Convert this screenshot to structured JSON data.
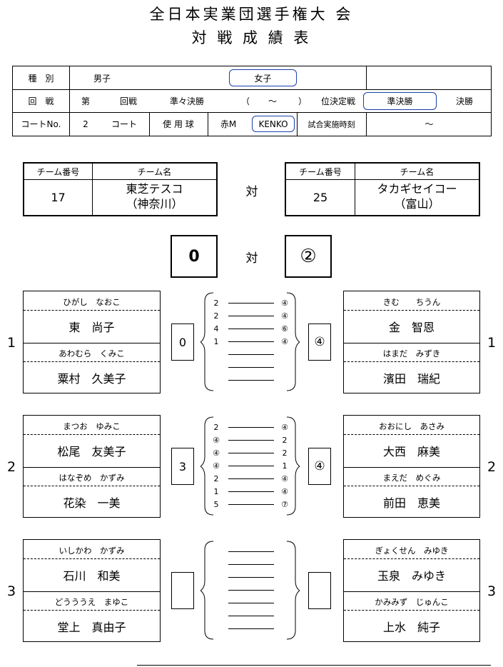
{
  "header": {
    "title1": "全日本実業団選手権大 会",
    "title2": "対 戦 成 績 表"
  },
  "info": {
    "row1": {
      "label": "種　別",
      "men": "男子",
      "women": "女子",
      "extra": ""
    },
    "row2": {
      "label": "回　戦",
      "dai": "第",
      "kaisen": "回戦",
      "junjun": "準々決勝",
      "paren_open": "（",
      "tilde": "～",
      "paren_close": "）",
      "ikettei": "位決定戦",
      "semi": "準決勝",
      "final": "決勝"
    },
    "row3": {
      "label": "コートNo.",
      "court_no": "2",
      "court": "コート",
      "ball_label": "使 用 球",
      "ball1": "赤M",
      "ball2": "KENKO",
      "time_label": "試合実施時刻",
      "time_value": "～"
    }
  },
  "teams": {
    "header_no": "チーム番号",
    "header_name": "チーム名",
    "left": {
      "no": "17",
      "name1": "東芝テスコ",
      "name2": "（神奈川）"
    },
    "right": {
      "no": "25",
      "name1": "タカギセイコー",
      "name2": "（富山）"
    },
    "vs": "対"
  },
  "total": {
    "left": "0",
    "vs": "対",
    "right": "②"
  },
  "matches": [
    {
      "num": "1",
      "left_score": "0",
      "right_score": "④",
      "left_players": [
        {
          "kana": "ひがし　なおこ",
          "name": "東　尚子"
        },
        {
          "kana": "あわむら　くみこ",
          "name": "粟村　久美子"
        }
      ],
      "right_players": [
        {
          "kana": "きむ　　ちうん",
          "name": "金　智恩"
        },
        {
          "kana": "はまだ　みずき",
          "name": "濱田　瑞紀"
        }
      ],
      "games": [
        [
          "2",
          "④"
        ],
        [
          "2",
          "④"
        ],
        [
          "4",
          "⑥"
        ],
        [
          "1",
          "④"
        ],
        [
          "",
          ""
        ],
        [
          "",
          ""
        ],
        [
          "",
          ""
        ]
      ]
    },
    {
      "num": "2",
      "left_score": "3",
      "right_score": "④",
      "left_players": [
        {
          "kana": "まつお　ゆみこ",
          "name": "松尾　友美子"
        },
        {
          "kana": "はなぞめ　かずみ",
          "name": "花染　一美"
        }
      ],
      "right_players": [
        {
          "kana": "おおにし　あさみ",
          "name": "大西　麻美"
        },
        {
          "kana": "まえだ　めぐみ",
          "name": "前田　恵美"
        }
      ],
      "games": [
        [
          "2",
          "④"
        ],
        [
          "④",
          "2"
        ],
        [
          "④",
          "2"
        ],
        [
          "④",
          "1"
        ],
        [
          "2",
          "④"
        ],
        [
          "1",
          "④"
        ],
        [
          "5",
          "⑦"
        ]
      ]
    },
    {
      "num": "3",
      "left_score": "",
      "right_score": "",
      "left_players": [
        {
          "kana": "いしかわ　かずみ",
          "name": "石川　和美"
        },
        {
          "kana": "どうううえ　まゆこ",
          "name": "堂上　真由子"
        }
      ],
      "right_players": [
        {
          "kana": "ぎょくせん　みゆき",
          "name": "玉泉　みゆき"
        },
        {
          "kana": "かみみず　じゅんこ",
          "name": "上水　純子"
        }
      ],
      "games": [
        [
          "",
          ""
        ],
        [
          "",
          ""
        ],
        [
          "",
          ""
        ],
        [
          "",
          ""
        ],
        [
          "",
          ""
        ],
        [
          "",
          ""
        ],
        [
          "",
          ""
        ]
      ]
    }
  ]
}
